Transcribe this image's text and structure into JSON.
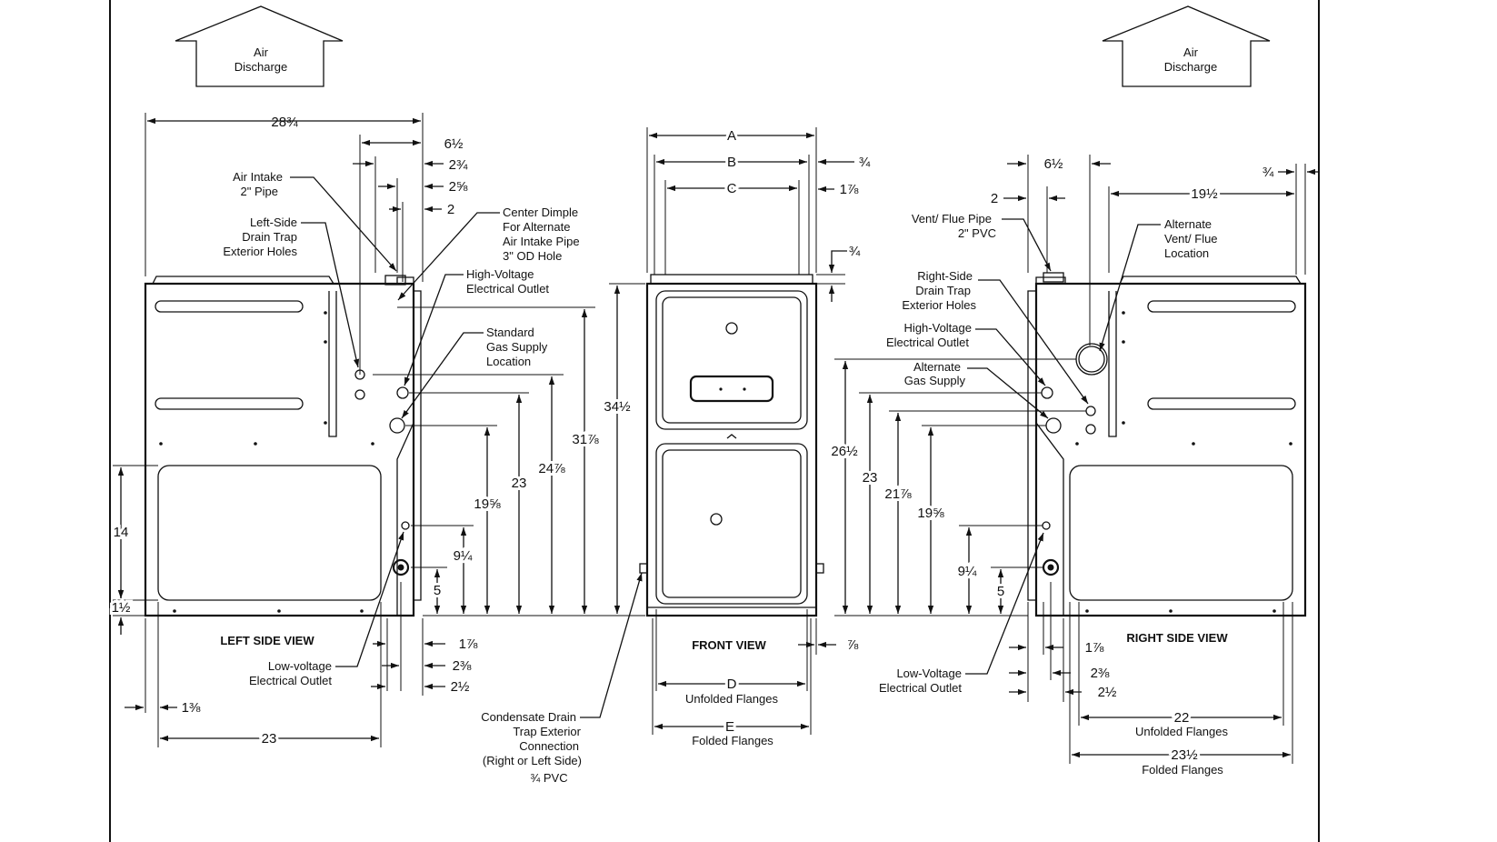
{
  "air_discharge_left": [
    "Air",
    "Discharge"
  ],
  "air_discharge_right": [
    "Air",
    "Discharge"
  ],
  "views": {
    "left": "LEFT SIDE VIEW",
    "front": "FRONT VIEW",
    "right": "RIGHT SIDE VIEW"
  },
  "left_labels": {
    "air_intake": [
      "Air Intake",
      "2\" Pipe"
    ],
    "drain_trap": [
      "Left-Side",
      "Drain Trap",
      "Exterior Holes"
    ],
    "center_dimple": [
      "Center Dimple",
      "For Alternate",
      "Air Intake Pipe",
      "3\" OD Hole"
    ],
    "high_voltage": [
      "High-Voltage",
      "Electrical Outlet"
    ],
    "gas_supply": [
      "Standard",
      "Gas Supply",
      "Location"
    ],
    "low_voltage": [
      "Low-voltage",
      "Electrical Outlet"
    ]
  },
  "left_dims": {
    "w28": "28¾",
    "d6h": "6½",
    "d2t": "2¾",
    "d2e": "2⅝",
    "d2": "2",
    "h31": "31⅞",
    "h24": "24⅞",
    "h23": "23",
    "h19": "19⅝",
    "h9": "9¼",
    "h5": "5",
    "h14": "14",
    "h1h": "1½",
    "b1s": "1⅞",
    "b2e": "2⅜",
    "b2h": "2½",
    "b1t": "1⅜",
    "b23": "23"
  },
  "front_dims": {
    "A": "A",
    "B": "B",
    "C": "C",
    "r34": "¾",
    "r17": "1⅞",
    "r34b": "¾",
    "h34": "34½",
    "r78": "⅞",
    "D": "D",
    "D_sub": "Unfolded Flanges",
    "E": "E",
    "E_sub": "Folded Flanges"
  },
  "condensate": [
    "Condensate Drain",
    "Trap Exterior",
    "Connection",
    "(Right or Left Side)",
    "¾ PVC"
  ],
  "right_labels": {
    "vent": [
      "Vent/ Flue Pipe",
      "2\" PVC"
    ],
    "alt_vent": [
      "Alternate",
      "Vent/ Flue",
      "Location"
    ],
    "drain_trap": [
      "Right-Side",
      "Drain Trap",
      "Exterior Holes"
    ],
    "high_voltage": [
      "High-Voltage",
      "Electrical Outlet"
    ],
    "alt_gas": [
      "Alternate",
      "Gas Supply"
    ],
    "low_voltage": [
      "Low-Voltage",
      "Electrical Outlet"
    ]
  },
  "right_dims": {
    "d6h": "6½",
    "d2": "2",
    "r34": "¾",
    "w19": "19½",
    "h26": "26½",
    "h23": "23",
    "h21": "21⅞",
    "h19": "19⅝",
    "h9": "9¼",
    "h5": "5",
    "b1s": "1⅞",
    "b2e": "2⅜",
    "b2h": "2½",
    "w22": "22",
    "w22_sub": "Unfolded Flanges",
    "w23": "23½",
    "w23_sub": "Folded Flanges"
  }
}
